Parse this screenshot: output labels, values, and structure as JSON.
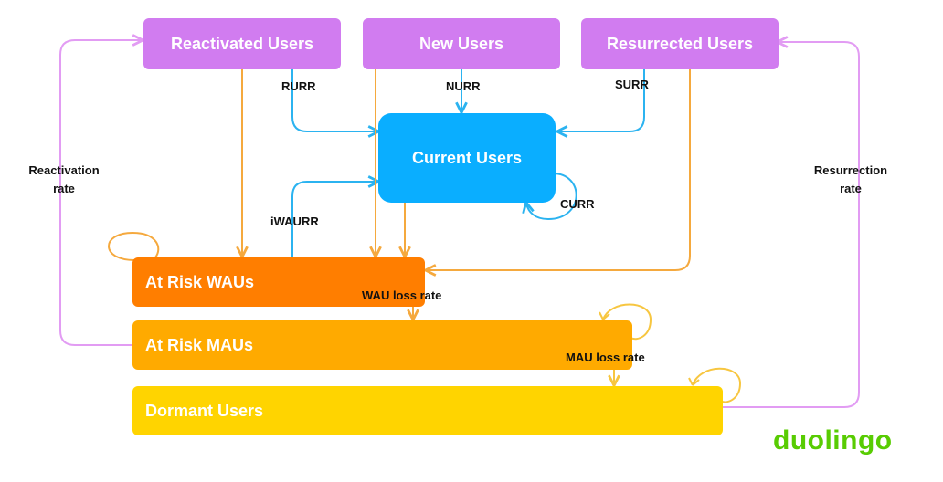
{
  "colors": {
    "purple": "#d17cf0",
    "purple_line": "#e29cf3",
    "blue": "#0aaeff",
    "blue_line": "#2bb3f0",
    "orange_dark": "#ff7e00",
    "orange_mid": "#ffaa00",
    "yellow": "#ffd400",
    "orange_line": "#f5a93e",
    "yellow_line": "#f7c640",
    "logo_green": "#58cc02"
  },
  "nodes": {
    "reactivated": "Reactivated Users",
    "new": "New Users",
    "resurrected": "Resurrected Users",
    "current": "Current Users",
    "at_risk_wau": "At Risk WAUs",
    "at_risk_mau": "At Risk MAUs",
    "dormant": "Dormant Users"
  },
  "labels": {
    "rurr": "RURR",
    "nurr": "NURR",
    "surr": "SURR",
    "curr": "CURR",
    "iwaurr": "iWAURR",
    "wau_loss": "WAU loss rate",
    "mau_loss": "MAU loss rate",
    "reactivation_line1": "Reactivation",
    "reactivation_line2": "rate",
    "resurrection_line1": "Resurrection",
    "resurrection_line2": "rate"
  },
  "brand": {
    "logo": "duolingo"
  }
}
